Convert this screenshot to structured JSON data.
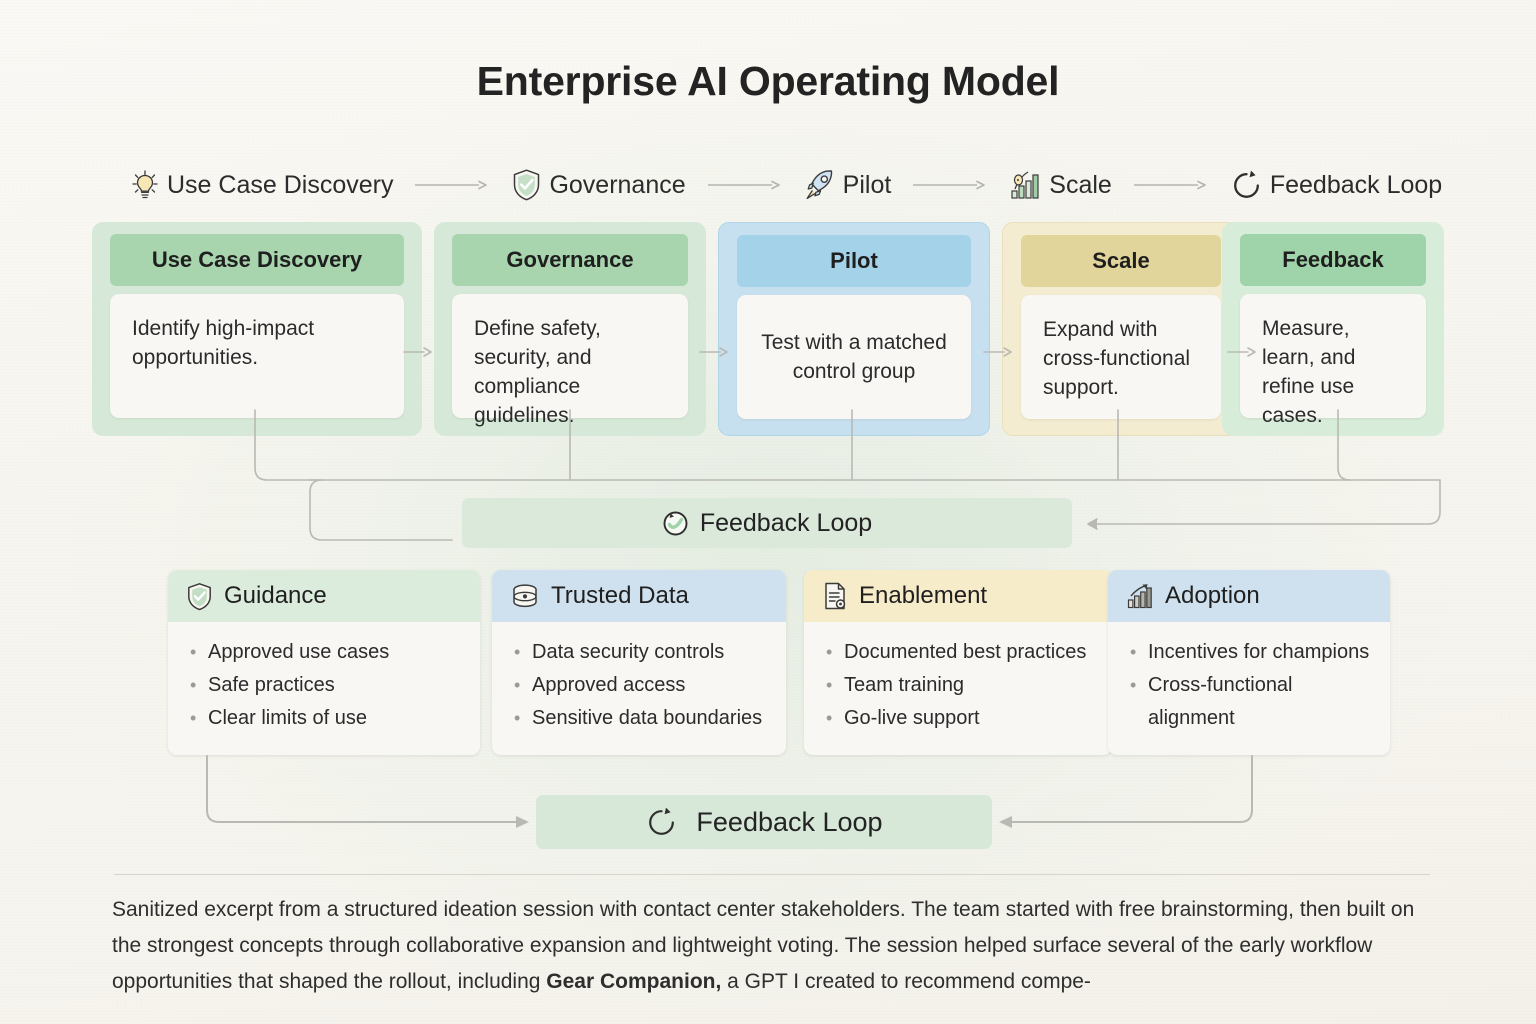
{
  "title": "Enterprise AI Operating Model",
  "flow": {
    "nodes": [
      {
        "icon": "lightbulb-icon",
        "label": "Use Case Discovery"
      },
      {
        "icon": "shield-check-icon",
        "label": "Governance"
      },
      {
        "icon": "rocket-icon",
        "label": "Pilot"
      },
      {
        "icon": "bar-chart-icon",
        "label": "Scale"
      },
      {
        "icon": "refresh-loop-icon",
        "label": "Feedback Loop"
      }
    ]
  },
  "stages": [
    {
      "name": "Use Case Discovery",
      "body": "Identify high-impact opportunities.",
      "color": "#a8d5ae",
      "panel": "#d6e9d8"
    },
    {
      "name": "Governance",
      "body": "Define safety, security, and compliance guidelines.",
      "color": "#a8d5ae",
      "panel": "#d6e9d8"
    },
    {
      "name": "Pilot",
      "body": "Test with a matched control group",
      "color": "#a4d2e8",
      "panel": "#c7e0ef"
    },
    {
      "name": "Scale",
      "body": "Expand with cross-functional support.",
      "color": "#e2d59c",
      "panel": "#f4ecd0"
    },
    {
      "name": "Feedback",
      "body": "Measure, learn, and refine use cases.",
      "color": "#9fd3a9",
      "panel": "#d8ecda"
    }
  ],
  "feedback_mid": {
    "label": "Feedback Loop",
    "icon": "refresh-loop-icon",
    "color": "#dbe9db"
  },
  "pillars": [
    {
      "title": "Guidance",
      "icon": "shield-check-icon",
      "header_color": "#dcecdc",
      "items": [
        "Approved use cases",
        "Safe practices",
        "Clear limits of use"
      ]
    },
    {
      "title": "Trusted Data",
      "icon": "database-icon",
      "header_color": "#cfe1ef",
      "items": [
        "Data security controls",
        "Approved access",
        "Sensitive data boundaries"
      ]
    },
    {
      "title": "Enablement",
      "icon": "document-icon",
      "header_color": "#f7ecca",
      "items": [
        "Documented best practices",
        "Team training",
        "Go-live support"
      ]
    },
    {
      "title": "Adoption",
      "icon": "bar-chart-up-icon",
      "header_color": "#cfe1ef",
      "items": [
        "Incentives for champions",
        "Cross-functional alignment"
      ]
    }
  ],
  "feedback_bottom": {
    "label": "Feedback Loop",
    "icon": "refresh-loop-icon",
    "color": "#d7e8d9"
  },
  "caption": {
    "part1": "Sanitized excerpt from a structured ideation session with contact center stakeholders. The team started with free brainstorming, then built on the strongest concepts through collaborative expansion and lightweight voting. The session helped surface several of the early workflow opportunities that shaped the rollout, including ",
    "bold": "Gear Companion,",
    "part2": " a GPT I created to recommend compe-"
  }
}
